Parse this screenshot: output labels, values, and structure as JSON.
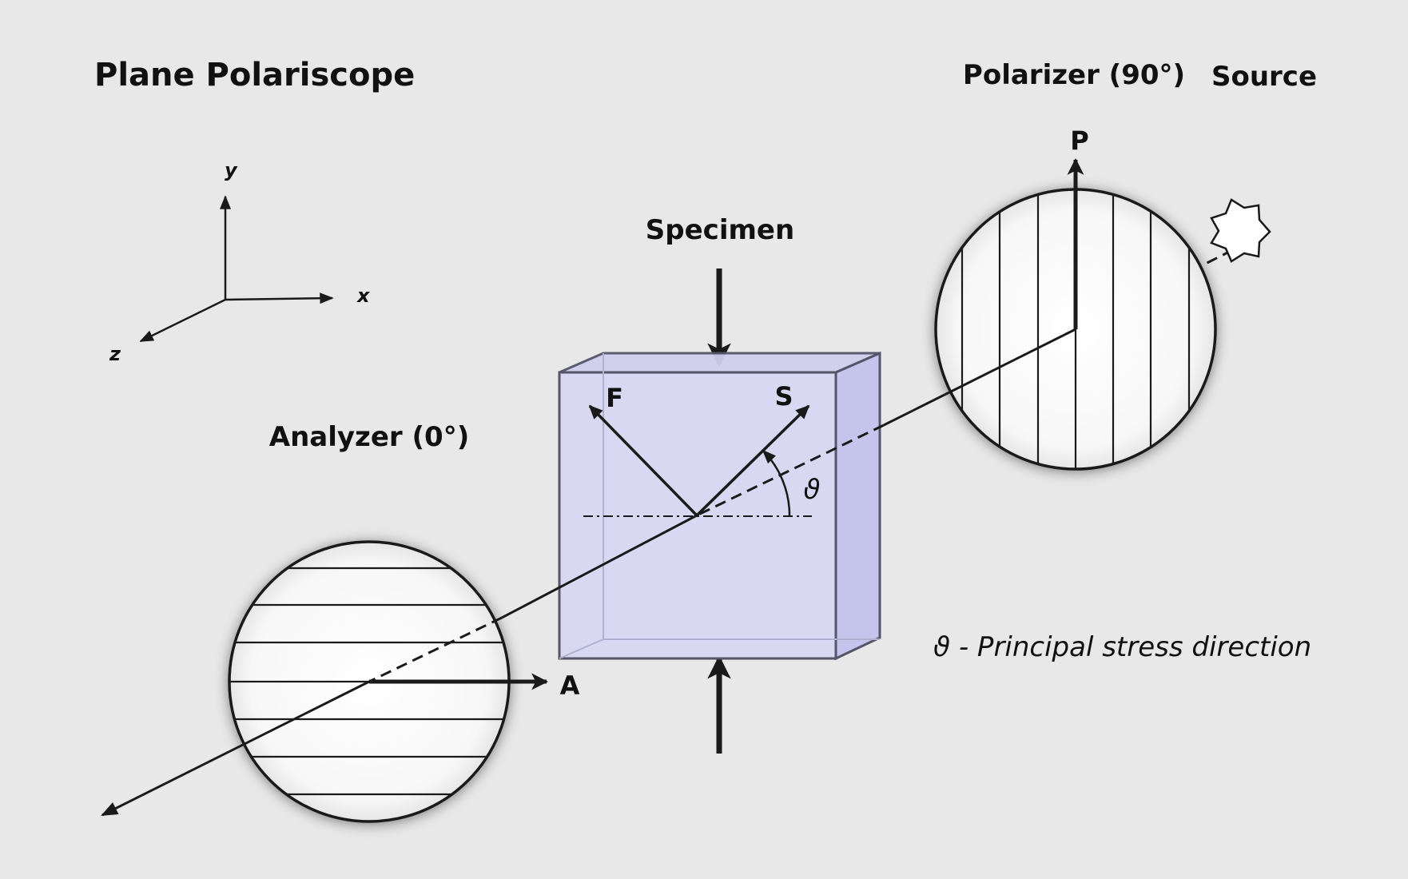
{
  "title": "Plane Polariscope",
  "labels": {
    "polarizer": "Polarizer (90°)",
    "source": "Source",
    "specimen": "Specimen",
    "analyzer": "Analyzer (0°)",
    "p_axis": "P",
    "a_axis": "A",
    "fast": "F",
    "slow": "S",
    "theta": "ϑ",
    "legend": "ϑ - Principal stress direction"
  },
  "axes": {
    "x": "x",
    "y": "y",
    "z": "z"
  },
  "colors": {
    "background": "#e8e8e8",
    "ink": "#1a1a1a",
    "specimen_fill": "#d6d6f2",
    "specimen_side": "#c6c6ec",
    "specimen_top": "#cfcfee",
    "specimen_edge": "#55556a"
  }
}
